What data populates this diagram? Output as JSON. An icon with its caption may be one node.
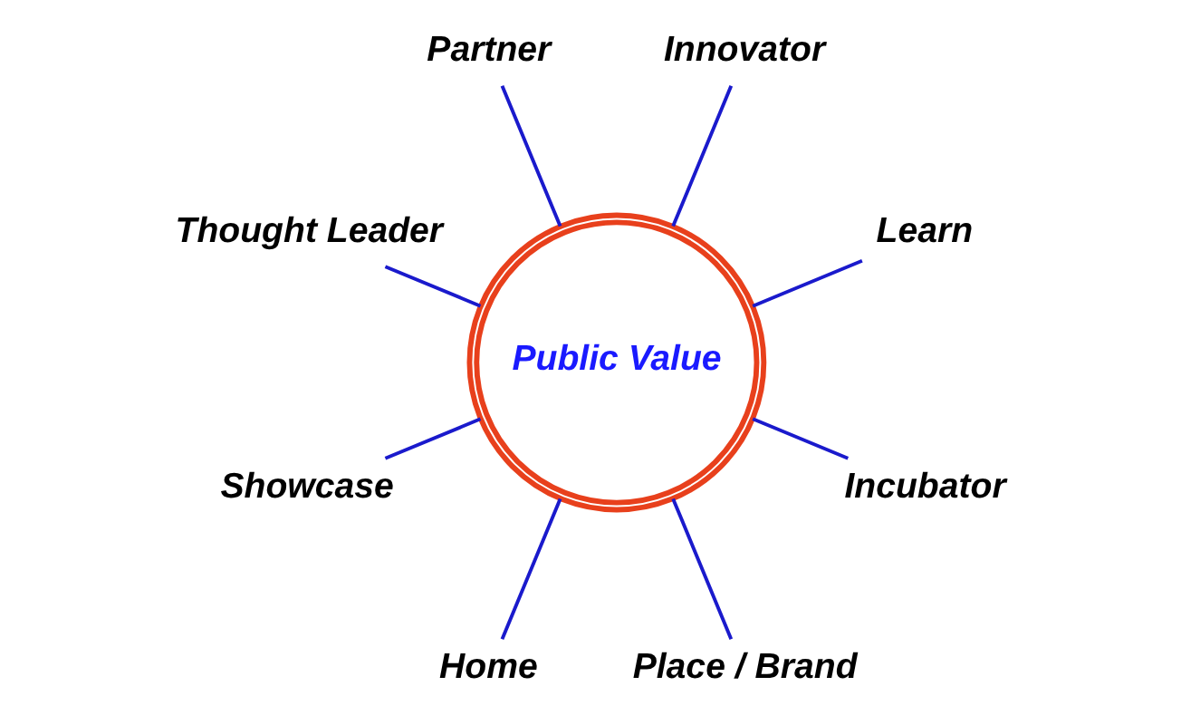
{
  "diagram": {
    "nodes": [
      {
        "text": [
          "Public Value"
        ]
      },
      {
        "text": [
          "Learn"
        ]
      },
      {
        "text": [
          "Innovator"
        ]
      },
      {
        "text": [
          "Partner"
        ]
      },
      {
        "text": [
          "Thought Leader"
        ]
      },
      {
        "text": [
          "Showcase"
        ]
      },
      {
        "text": [
          "Home"
        ]
      },
      {
        "text": [
          "Place / Brand"
        ]
      },
      {
        "text": [
          "Incubator"
        ]
      }
    ],
    "edges": [
      {
        "from": 0,
        "to": 1,
        "arrow": "none"
      },
      {
        "from": 0,
        "to": 2,
        "arrow": "none"
      },
      {
        "from": 0,
        "to": 3,
        "arrow": "none"
      },
      {
        "from": 0,
        "to": 4,
        "arrow": "none"
      },
      {
        "from": 0,
        "to": 5,
        "arrow": "none"
      },
      {
        "from": 0,
        "to": 6,
        "arrow": "none"
      },
      {
        "from": 0,
        "to": 7,
        "arrow": "none"
      },
      {
        "from": 0,
        "to": 8,
        "arrow": "none"
      }
    ]
  }
}
